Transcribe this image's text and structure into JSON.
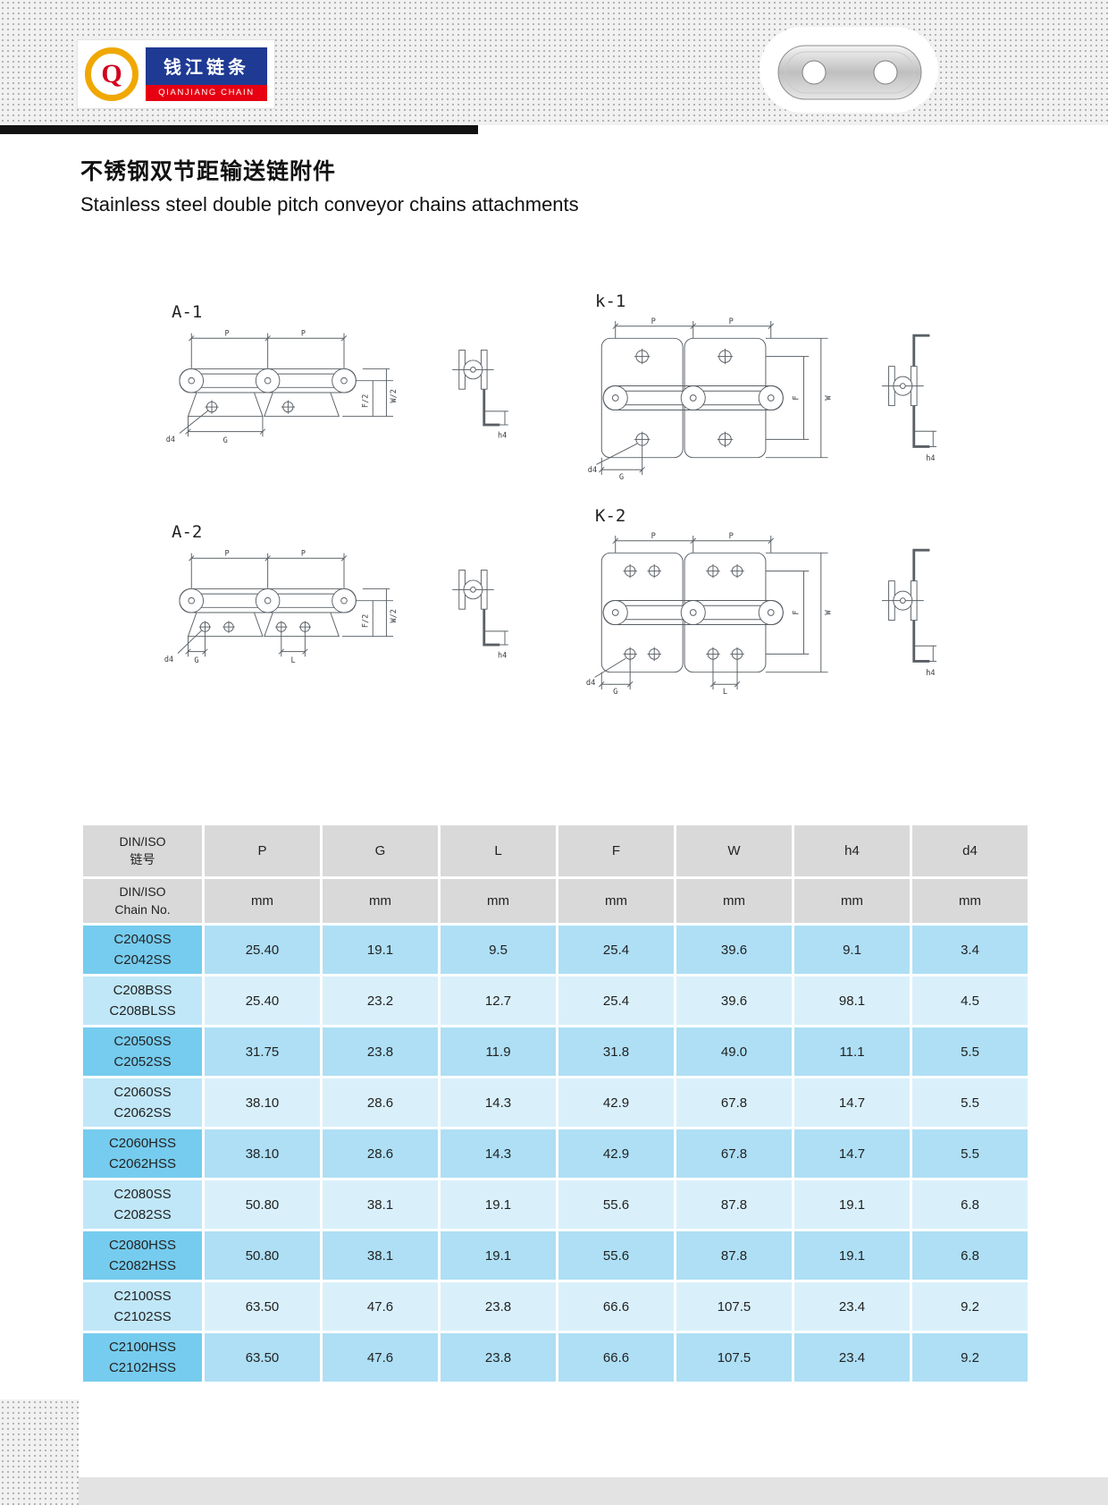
{
  "brand": {
    "logo_monogram": "Q",
    "name_cn": "钱江链条",
    "name_en": "QIANJIANG CHAIN"
  },
  "titles": {
    "cn": "不锈钢双节距输送链附件",
    "en": "Stainless steel double pitch conveyor chains attachments"
  },
  "diagrams": [
    {
      "label": "A-1"
    },
    {
      "label": "k-1"
    },
    {
      "label": "A-2"
    },
    {
      "label": "K-2"
    }
  ],
  "dims": {
    "p": "P",
    "g": "G",
    "l": "L",
    "f": "F",
    "w": "W",
    "f2": "F/2",
    "w2": "W/2",
    "h4": "h4",
    "d4": "d4"
  },
  "table": {
    "header_row1": [
      "DIN/ISO\n链号",
      "P",
      "G",
      "L",
      "F",
      "W",
      "h4",
      "d4"
    ],
    "header_row2": [
      "DIN/ISO\nChain No.",
      "mm",
      "mm",
      "mm",
      "mm",
      "mm",
      "mm",
      "mm"
    ],
    "rows": [
      {
        "models": [
          "C2040SS",
          "C2042SS"
        ],
        "values": [
          "25.40",
          "19.1",
          "9.5",
          "25.4",
          "39.6",
          "9.1",
          "3.4"
        ]
      },
      {
        "models": [
          "C208BSS",
          "C208BLSS"
        ],
        "values": [
          "25.40",
          "23.2",
          "12.7",
          "25.4",
          "39.6",
          "98.1",
          "4.5"
        ]
      },
      {
        "models": [
          "C2050SS",
          "C2052SS"
        ],
        "values": [
          "31.75",
          "23.8",
          "11.9",
          "31.8",
          "49.0",
          "11.1",
          "5.5"
        ]
      },
      {
        "models": [
          "C2060SS",
          "C2062SS"
        ],
        "values": [
          "38.10",
          "28.6",
          "14.3",
          "42.9",
          "67.8",
          "14.7",
          "5.5"
        ]
      },
      {
        "models": [
          "C2060HSS",
          "C2062HSS"
        ],
        "values": [
          "38.10",
          "28.6",
          "14.3",
          "42.9",
          "67.8",
          "14.7",
          "5.5"
        ]
      },
      {
        "models": [
          "C2080SS",
          "C2082SS"
        ],
        "values": [
          "50.80",
          "38.1",
          "19.1",
          "55.6",
          "87.8",
          "19.1",
          "6.8"
        ]
      },
      {
        "models": [
          "C2080HSS",
          "C2082HSS"
        ],
        "values": [
          "50.80",
          "38.1",
          "19.1",
          "55.6",
          "87.8",
          "19.1",
          "6.8"
        ]
      },
      {
        "models": [
          "C2100SS",
          "C2102SS"
        ],
        "values": [
          "63.50",
          "47.6",
          "23.8",
          "66.6",
          "107.5",
          "23.4",
          "9.2"
        ]
      },
      {
        "models": [
          "C2100HSS",
          "C2102HSS"
        ],
        "values": [
          "63.50",
          "47.6",
          "23.8",
          "66.6",
          "107.5",
          "23.4",
          "9.2"
        ]
      }
    ]
  },
  "colors": {
    "brand_blue": "#1e3a93",
    "brand_red": "#e60012",
    "brand_gold": "#f0a800",
    "header_bg": "#d9d9d9",
    "row_a_chain": "#76ccee",
    "row_a_cell": "#aedff5",
    "row_b_chain": "#c0e7f8",
    "row_b_cell": "#d9f0fb"
  }
}
